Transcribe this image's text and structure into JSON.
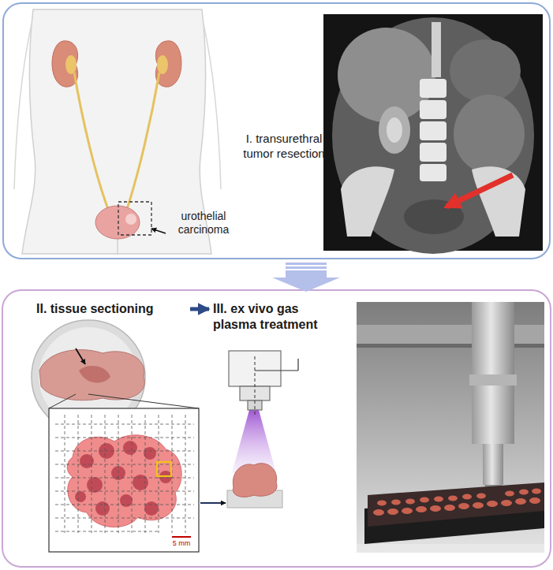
{
  "diagram": {
    "nodes": [
      {
        "text": [
          "I. transurethral tumor resection"
        ]
      },
      {
        "text": [
          "II. tissue sectioning"
        ]
      },
      {
        "text": [
          "III. ex vivo gas plasma treatment"
        ]
      }
    ],
    "edges": [
      {
        "from": 1,
        "to": 2,
        "arrow": "to"
      }
    ],
    "labels": [
      "urothelial carcinoma",
      "5 mm"
    ]
  }
}
